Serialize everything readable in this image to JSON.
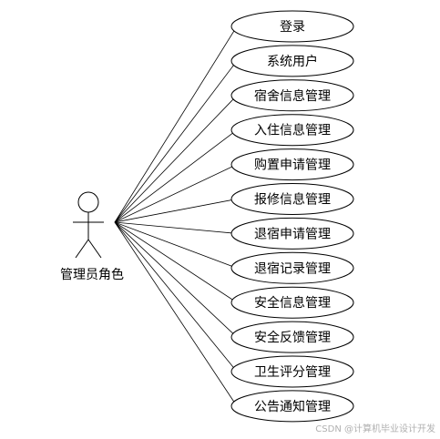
{
  "actor": {
    "label": "管理员角色"
  },
  "use_cases": [
    {
      "label": "登录"
    },
    {
      "label": "系统用户"
    },
    {
      "label": "宿舍信息管理"
    },
    {
      "label": "入住信息管理"
    },
    {
      "label": "购置申请管理"
    },
    {
      "label": "报修信息管理"
    },
    {
      "label": "退宿申请管理"
    },
    {
      "label": "退宿记录管理"
    },
    {
      "label": "安全信息管理"
    },
    {
      "label": "安全反馈管理"
    },
    {
      "label": "卫生评分管理"
    },
    {
      "label": "公告通知管理"
    }
  ],
  "watermark": {
    "label": "CSDN @计算机毕业设计开发"
  }
}
